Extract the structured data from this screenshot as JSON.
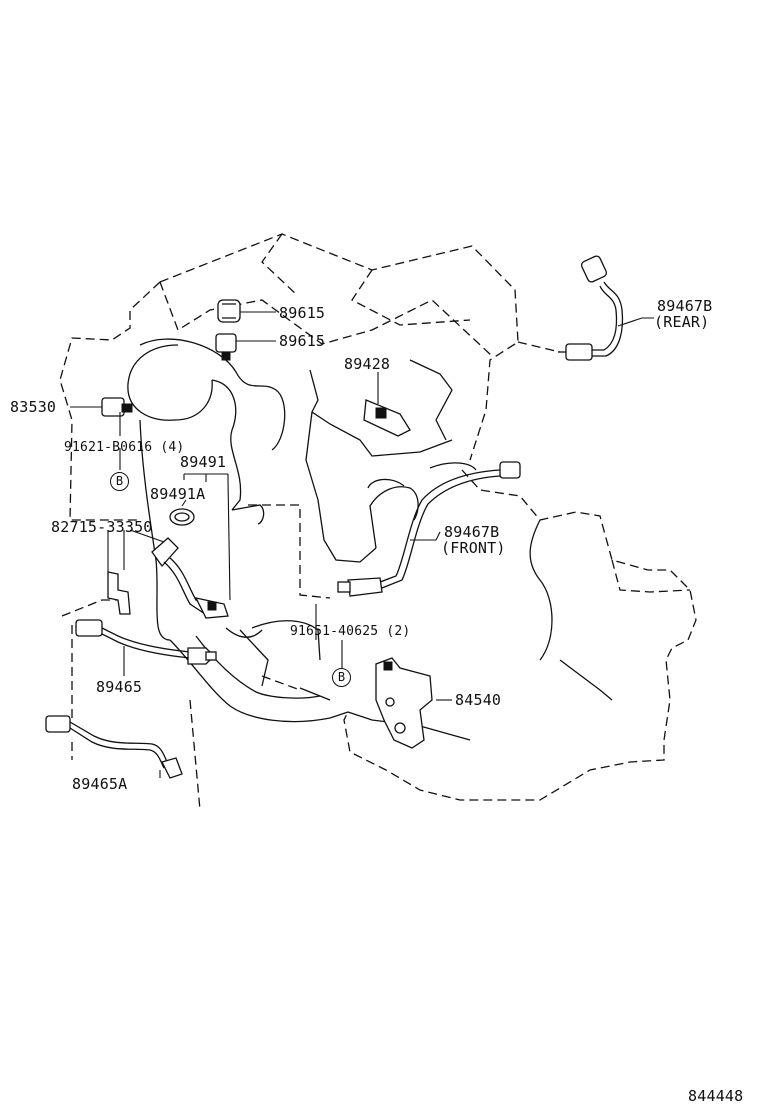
{
  "parts": {
    "p89615_upper": "89615",
    "p89615_lower": "89615",
    "p89428": "89428",
    "p89467b_rear": "89467B",
    "p89467b_rear_note": "(REAR)",
    "p83530": "83530",
    "p91621": "91621-B0616 (4)",
    "p89491": "89491",
    "p89491a": "89491A",
    "p82715": "82715-33350",
    "p89467b_front": "89467B",
    "p89467b_front_note": "(FRONT)",
    "p91651": "91651-40625 (2)",
    "p84540": "84540",
    "p89465": "89465",
    "p89465a": "89465A"
  },
  "refs": {
    "b_left": "B",
    "b_right": "B"
  },
  "diagram_id": "844448"
}
